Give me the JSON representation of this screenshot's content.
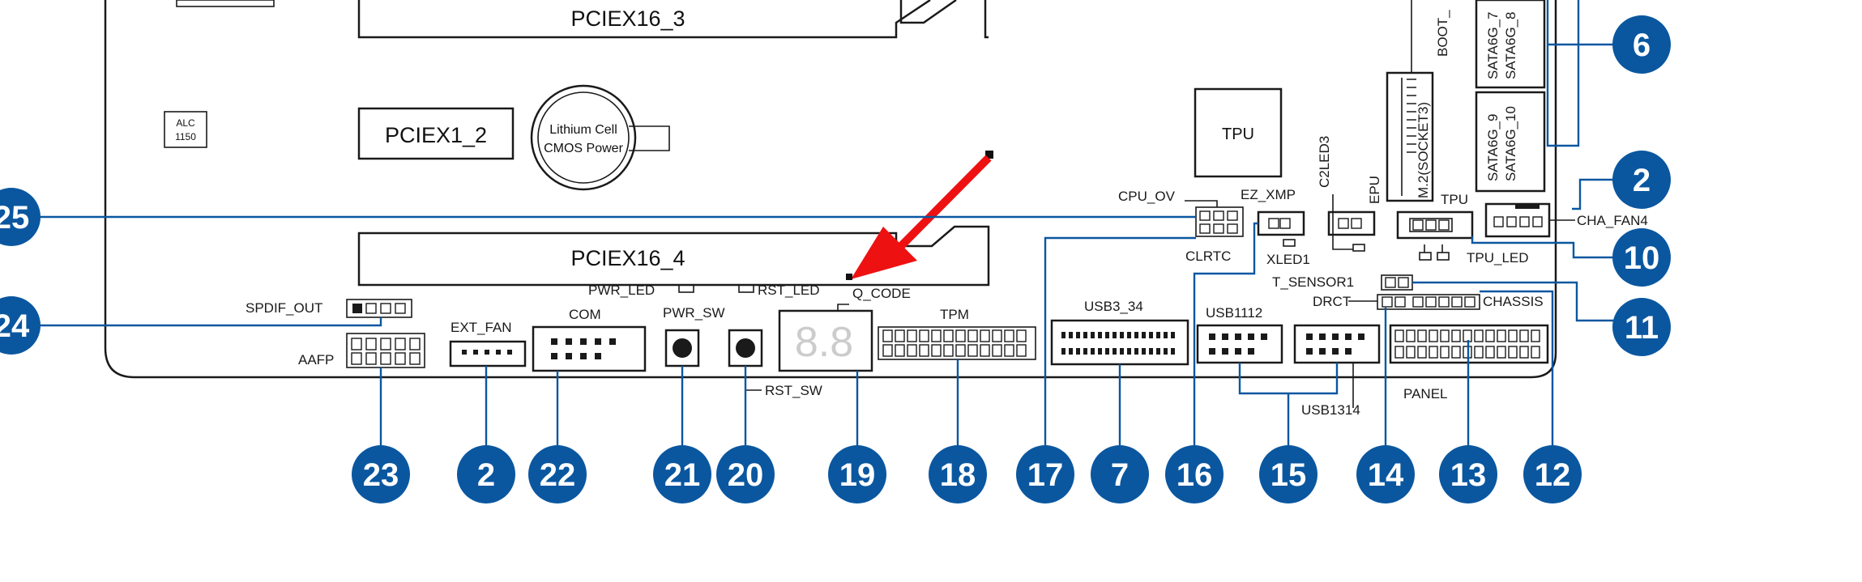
{
  "labels": {
    "pciex16_3": "PCIEX16_3",
    "pciex16_4": "PCIEX16_4",
    "pciex1_2": "PCIEX1_2",
    "alc_line1": "ALC",
    "alc_line2": "1150",
    "cmos_line1": "Lithium Cell",
    "cmos_line2": "CMOS Power",
    "tpu_chip": "TPU",
    "cpu_ov": "CPU_OV",
    "ez_xmp": "EZ_XMP",
    "clrtc": "CLRTC",
    "xled1": "XLED1",
    "c2led3": "C2LED3",
    "epu": "EPU",
    "m2_socket3": "M.2(SOCKET3)",
    "boot": "BOOT_",
    "tpu_switch": "TPU",
    "tpu_led": "TPU_LED",
    "cha_fan4": "CHA_FAN4",
    "sata_a1": "SATA6G_7",
    "sata_a2": "SATA6G_8",
    "sata_b1": "SATA6G_9",
    "sata_b2": "SATA6G_10",
    "t_sensor1": "T_SENSOR1",
    "drct": "DRCT",
    "chassis": "CHASSIS",
    "pwr_led": "PWR_LED",
    "rst_led": "RST_LED",
    "q_code": "Q_CODE",
    "spdif_out": "SPDIF_OUT",
    "ext_fan": "EXT_FAN",
    "com": "COM",
    "pwr_sw": "PWR_SW",
    "rst_sw": "RST_SW",
    "tpm": "TPM",
    "usb3_34": "USB3_34",
    "usb1112": "USB1112",
    "usb1314": "USB1314",
    "aafp": "AAFP",
    "panel": "PANEL"
  },
  "callouts": {
    "c25": "25",
    "c24": "24",
    "c6": "6",
    "c2_right": "2",
    "c10": "10",
    "c11": "11",
    "c23": "23",
    "c2_bottom": "2",
    "c22": "22",
    "c21": "21",
    "c20": "20",
    "c19": "19",
    "c18": "18",
    "c17": "17",
    "c7": "7",
    "c16": "16",
    "c15": "15",
    "c14": "14",
    "c13": "13",
    "c12": "12"
  },
  "colors": {
    "callout_fill": "#0a57a0",
    "arrow": "#ee1111",
    "line": "#1a1a1a"
  }
}
